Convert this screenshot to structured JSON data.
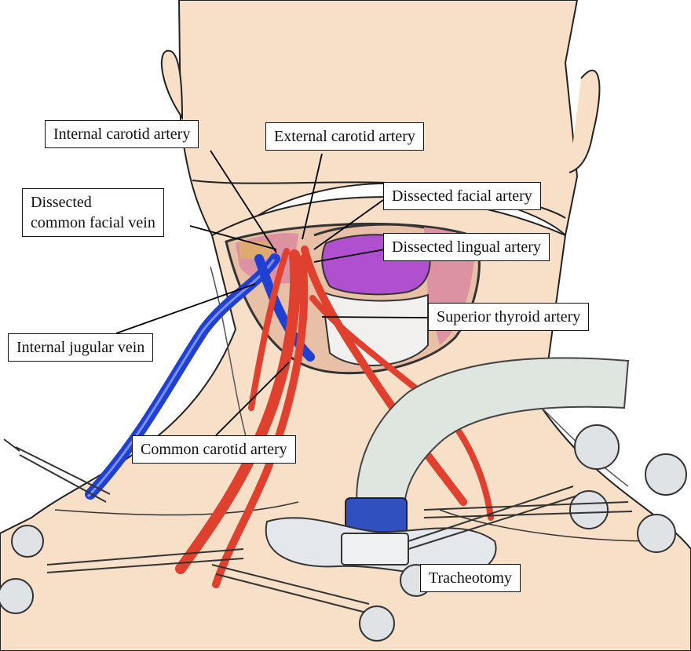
{
  "labels": {
    "internal_carotid": "Internal carotid artery",
    "external_carotid": "External carotid artery",
    "dissected_facial_artery": "Dissected facial artery",
    "dissected_common_facial_vein_line1": "Dissected",
    "dissected_common_facial_vein_line2": "common facial vein",
    "dissected_lingual_artery": "Dissected lingual artery",
    "superior_thyroid_artery": "Superior thyroid artery",
    "internal_jugular_vein": "Internal jugular vein",
    "common_carotid_artery": "Common carotid artery",
    "tracheotomy": "Tracheotomy"
  },
  "colors": {
    "skin": "#f8dfc8",
    "artery": "#e0402e",
    "vein": "#2040d0",
    "muscle": "#d98aa0",
    "tongue": "#b050d0",
    "tube": "#dfe5df",
    "cuff": "#3050c0",
    "instrument": "#c8ccd0"
  }
}
